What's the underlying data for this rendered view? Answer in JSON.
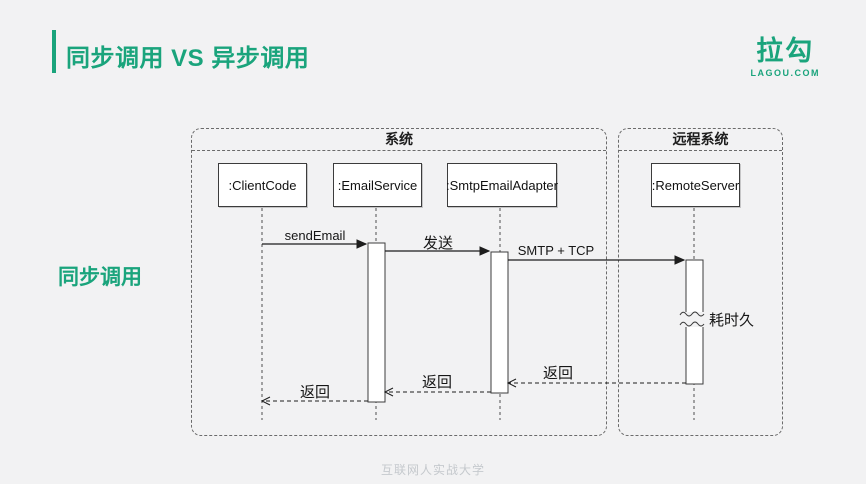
{
  "page": {
    "title": "同步调用 VS 异步调用",
    "side_label": "同步调用",
    "footer": "互联网人实战大学",
    "logo": {
      "text": "拉勾",
      "subtext": "LAGOU.COM"
    },
    "colors": {
      "accent_green": "#1aa47c",
      "background": "#f2f2f3",
      "diagram_line": "#2e2e2e",
      "footer_text": "#c5c9cd"
    }
  },
  "diagram": {
    "type": "uml-sequence",
    "frames": [
      {
        "label": "系统"
      },
      {
        "label": "远程系统"
      }
    ],
    "participants": [
      {
        "label": ":ClientCode"
      },
      {
        "label": ":EmailService"
      },
      {
        "label": ":SmtpEmailAdapter"
      },
      {
        "label": ":RemoteServer"
      }
    ],
    "messages": [
      {
        "label": "sendEmail",
        "from": ":ClientCode",
        "to": ":EmailService",
        "type": "sync"
      },
      {
        "label": "发送",
        "from": ":EmailService",
        "to": ":SmtpEmailAdapter",
        "type": "sync"
      },
      {
        "label": "SMTP + TCP",
        "from": ":SmtpEmailAdapter",
        "to": ":RemoteServer",
        "type": "sync"
      },
      {
        "label": "返回",
        "from": ":RemoteServer",
        "to": ":SmtpEmailAdapter",
        "type": "return"
      },
      {
        "label": "返回",
        "from": ":SmtpEmailAdapter",
        "to": ":EmailService",
        "type": "return"
      },
      {
        "label": "返回",
        "from": ":EmailService",
        "to": ":ClientCode",
        "type": "return"
      }
    ],
    "annotation": "耗时久"
  }
}
